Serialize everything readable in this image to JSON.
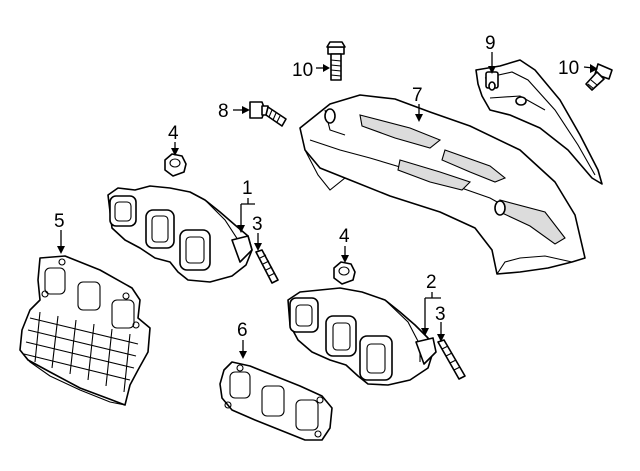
{
  "callouts": {
    "c1": "1",
    "c2": "2",
    "c3a": "3",
    "c3b": "3",
    "c4a": "4",
    "c4b": "4",
    "c5": "5",
    "c6": "6",
    "c7": "7",
    "c8": "8",
    "c9": "9",
    "c10a": "10",
    "c10b": "10"
  }
}
